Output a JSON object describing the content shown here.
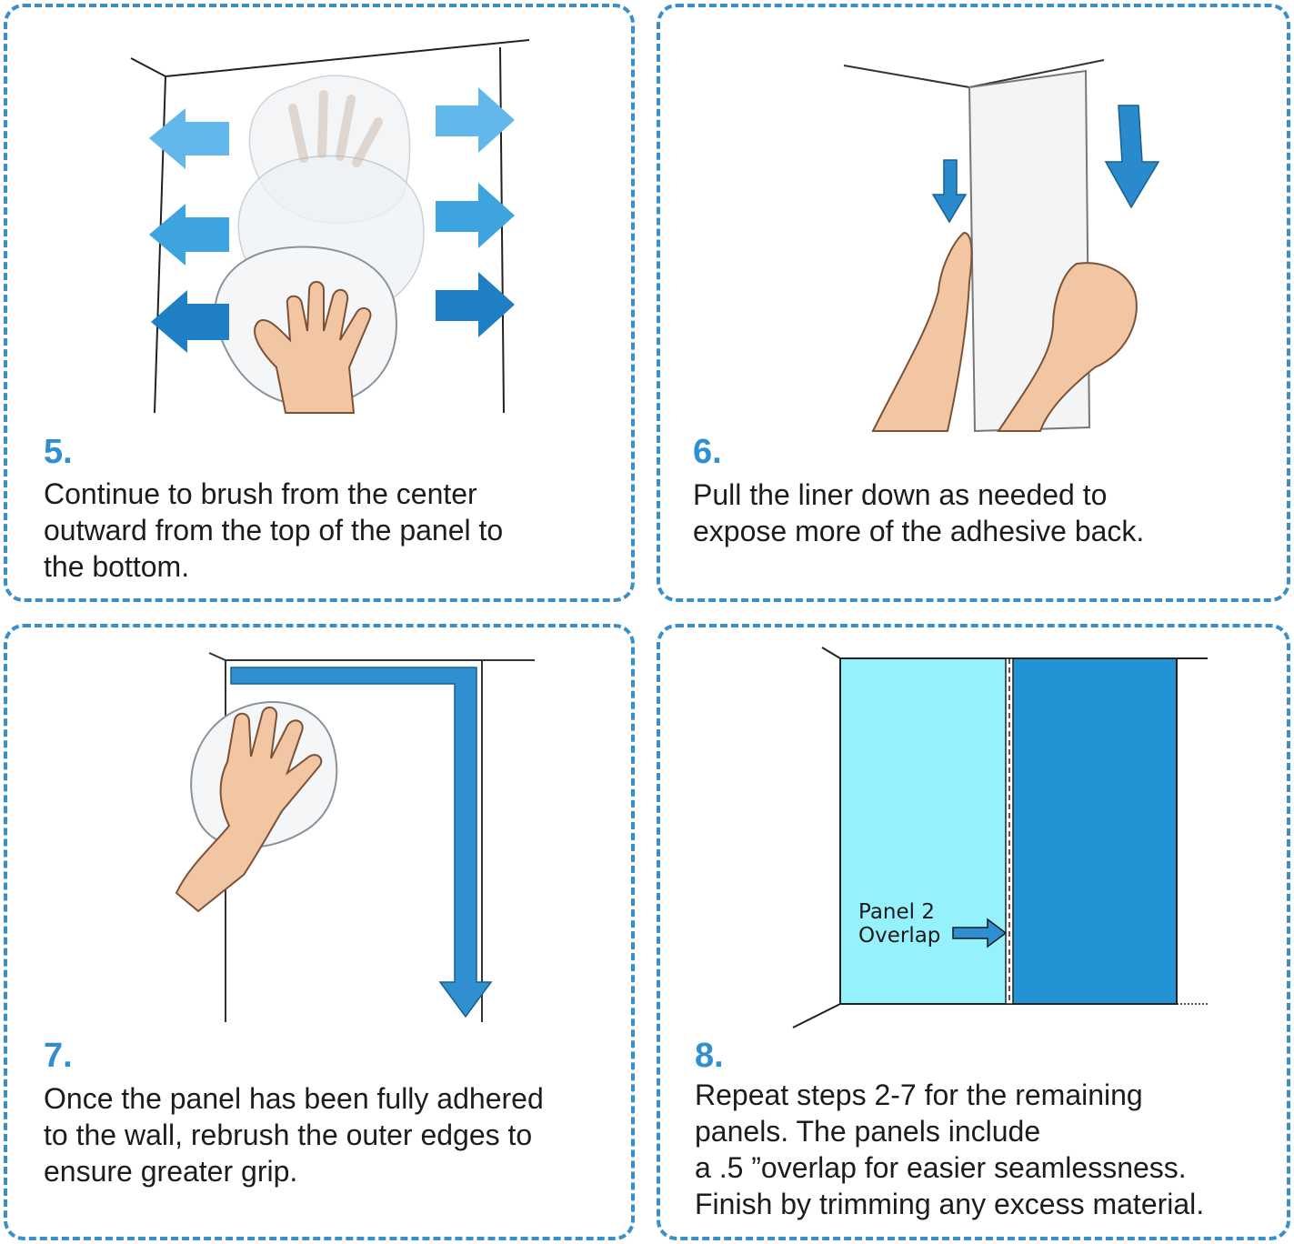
{
  "colors": {
    "accent": "#2f8fd0",
    "border": "#3a8fc9",
    "arrow_light": "#62b8ea",
    "arrow_dark": "#1f7fc4",
    "panel_light": "#95f2fc",
    "panel_dark": "#2293d4",
    "skin": "#f2c6a2"
  },
  "steps": [
    {
      "number": "5.",
      "text": "Continue to brush from the center\noutward from the top of the panel to\nthe bottom.",
      "illustration_icon": "hand-smoothing-arrows-icon"
    },
    {
      "number": "6.",
      "text": "Pull the liner down as needed to\nexpose more of the adhesive back.",
      "illustration_icon": "hands-pulling-liner-icon"
    },
    {
      "number": "7.",
      "text": "Once the panel has been fully adhered\nto the wall, rebrush the outer edges to\nensure greater grip.",
      "illustration_icon": "hand-rebrush-edges-icon"
    },
    {
      "number": "8.",
      "text": "Repeat steps 2-7 for the remaining\npanels. The panels include\na .5 ”overlap for easier seamlessness.\nFinish by trimming any excess material.",
      "illustration_icon": "panel-overlap-icon",
      "overlap_label_line1": "Panel 2",
      "overlap_label_line2": "Overlap"
    }
  ]
}
